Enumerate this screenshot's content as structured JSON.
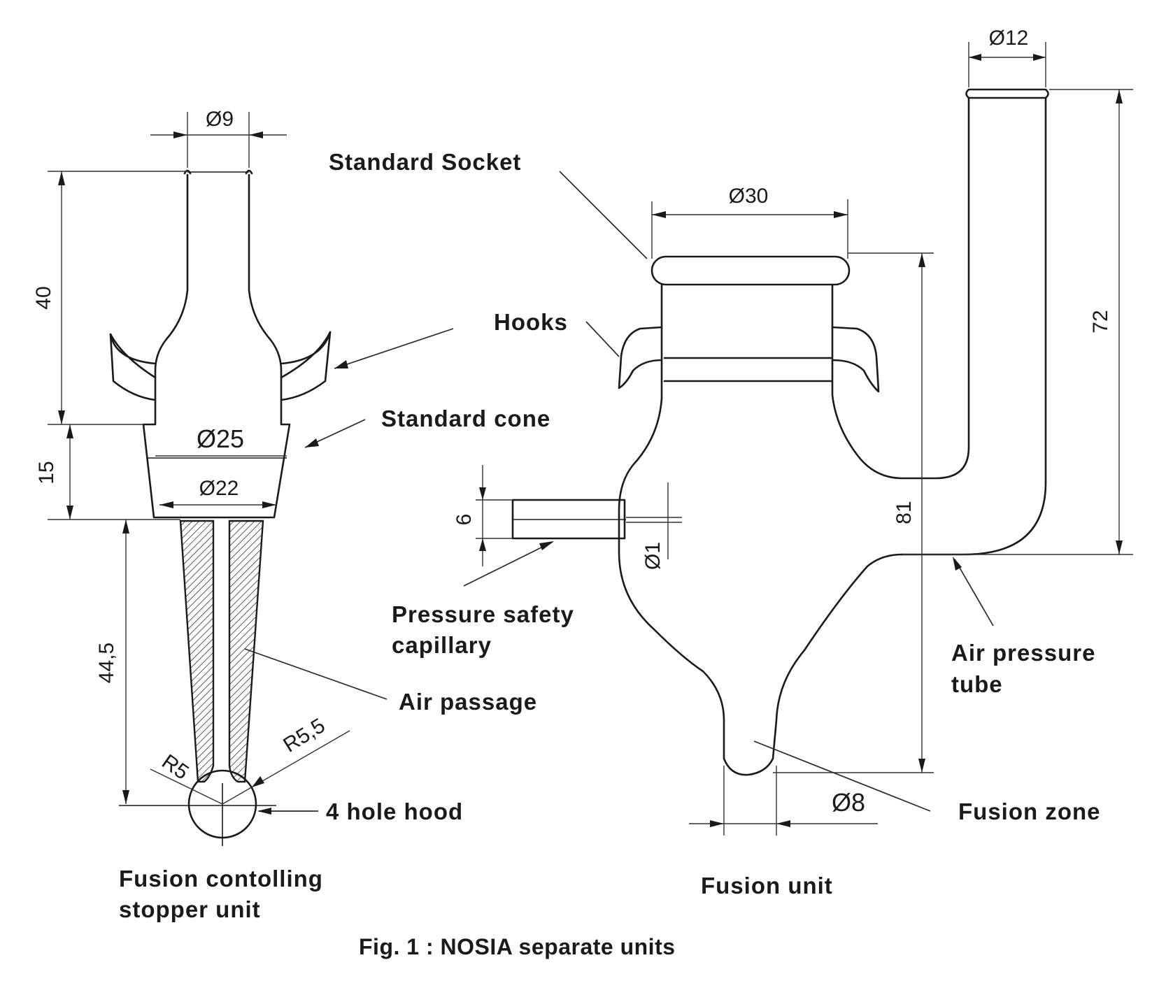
{
  "caption": "Fig. 1 : NOSIA separate units",
  "stopper_unit": {
    "title_line1": "Fusion contolling",
    "title_line2": "stopper  unit",
    "labels": {
      "hooks": "Hooks",
      "standard_cone": "Standard cone",
      "air_passage": "Air passage",
      "hood": "4 hole hood"
    },
    "dimensions": {
      "top_diameter": "Ø9",
      "cone_top_diameter": "Ø25",
      "cone_bottom_diameter": "Ø22",
      "neck_height": "40",
      "cone_height": "15",
      "stem_length": "44,5",
      "radius_inner": "R5",
      "radius_outer": "R5,5"
    }
  },
  "fusion_unit": {
    "title": "Fusion unit",
    "labels": {
      "standard_socket": "Standard Socket",
      "pressure_capillary_line1": "Pressure safety",
      "pressure_capillary_line2": "capillary",
      "air_pressure_line1": "Air pressure",
      "air_pressure_line2": "tube",
      "fusion_zone": "Fusion zone"
    },
    "dimensions": {
      "socket_diameter": "Ø30",
      "tube_diameter": "Ø12",
      "tube_height": "72",
      "body_height": "81",
      "capillary_height": "6",
      "capillary_diameter": "Ø1",
      "bottom_diameter": "Ø8"
    }
  },
  "colors": {
    "ink": "#1a1a1a",
    "background": "#ffffff"
  }
}
